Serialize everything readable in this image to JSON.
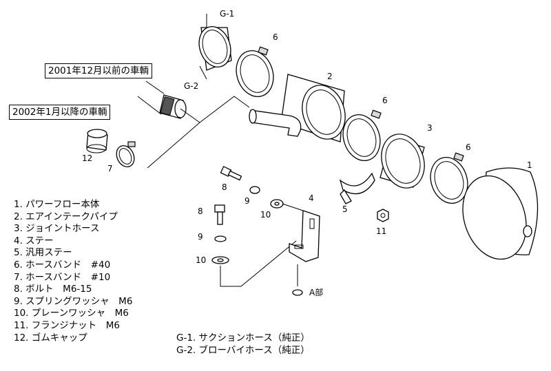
{
  "notes": {
    "before_2001": "2001年12月以前の車輌",
    "after_2002": "2002年1月以降の車輌"
  },
  "callouts": {
    "g1": "G-1",
    "g2": "G-2",
    "n1": "1",
    "n2": "2",
    "n3": "3",
    "n4": "4",
    "n5": "5",
    "n6a": "6",
    "n6b": "6",
    "n6c": "6",
    "n7": "7",
    "n8a": "8",
    "n8b": "8",
    "n9a": "9",
    "n9b": "9",
    "n10a": "10",
    "n10b": "10",
    "n11": "11",
    "n12": "12",
    "detail_a": "A部"
  },
  "legend": [
    "1. パワーフロー本体",
    "2. エアインテークパイプ",
    "3. ジョイントホース",
    "4. ステー",
    "5. 汎用ステー",
    "6. ホースバンド　#40",
    "7. ホースバンド　#10",
    "8. ボルト　M6-15",
    "9. スプリングワッシャ　M6",
    "10. プレーンワッシャ　M6",
    "11. フランジナット　M6",
    "12. ゴムキャップ"
  ],
  "legend_g": [
    "G-1. サクションホース（純正）",
    "G-2. ブローバイホース（純正）"
  ]
}
